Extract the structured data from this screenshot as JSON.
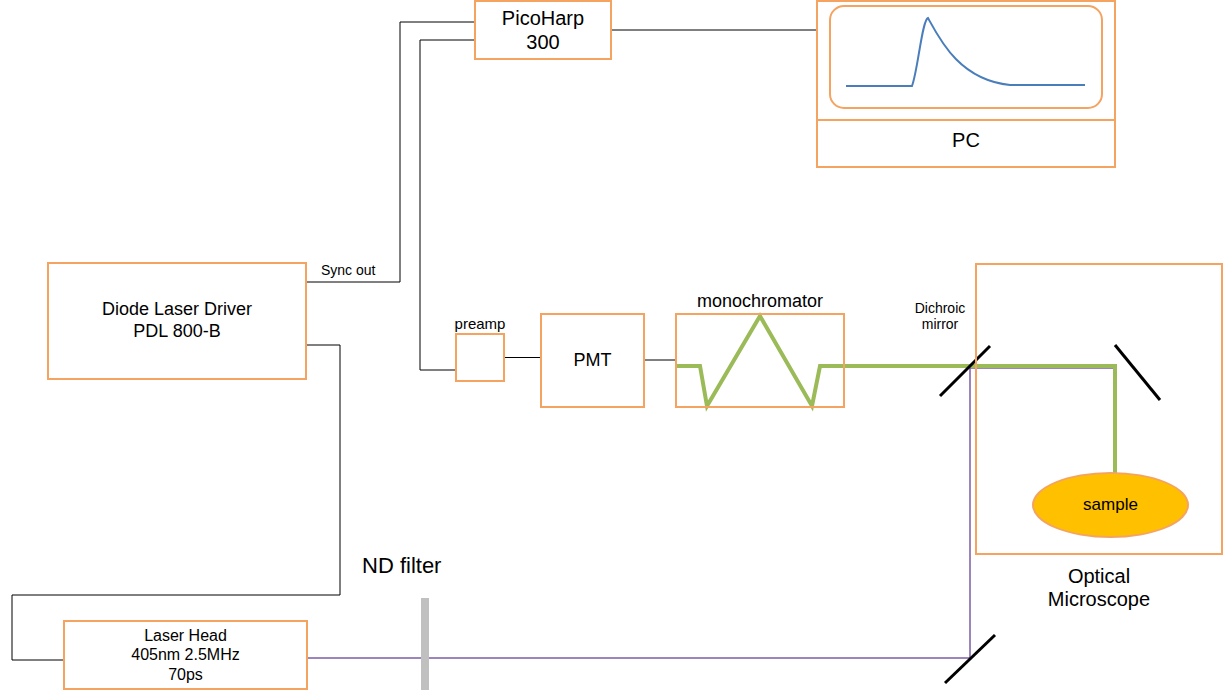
{
  "diagram": {
    "nodes": [
      {
        "text": [
          "PicoHarp 300"
        ]
      },
      {
        "text": [
          "PC"
        ]
      },
      {
        "text": [
          "Diode Laser Driver PDL 800-B"
        ]
      },
      {
        "text": [
          "preamp"
        ]
      },
      {
        "text": [
          "PMT"
        ]
      },
      {
        "text": [
          "monochromator"
        ]
      },
      {
        "text": [
          "Optical Microscope"
        ]
      },
      {
        "text": [
          "sample"
        ],
        "in": 6
      },
      {
        "text": [
          "Laser Head 405nm 2.5MHz 70ps"
        ]
      }
    ],
    "edges": [
      {
        "from": 2,
        "to": 0,
        "arrow": "none",
        "label": "Sync out"
      },
      {
        "from": 3,
        "to": 0,
        "arrow": "none"
      },
      {
        "from": 0,
        "to": 1,
        "arrow": "none"
      },
      {
        "from": 3,
        "to": 4,
        "arrow": "none"
      },
      {
        "from": 4,
        "to": 5,
        "arrow": "none"
      },
      {
        "from": 2,
        "to": 8,
        "arrow": "none"
      }
    ],
    "labels": [
      "Dichroic mirror",
      "ND filter"
    ]
  }
}
